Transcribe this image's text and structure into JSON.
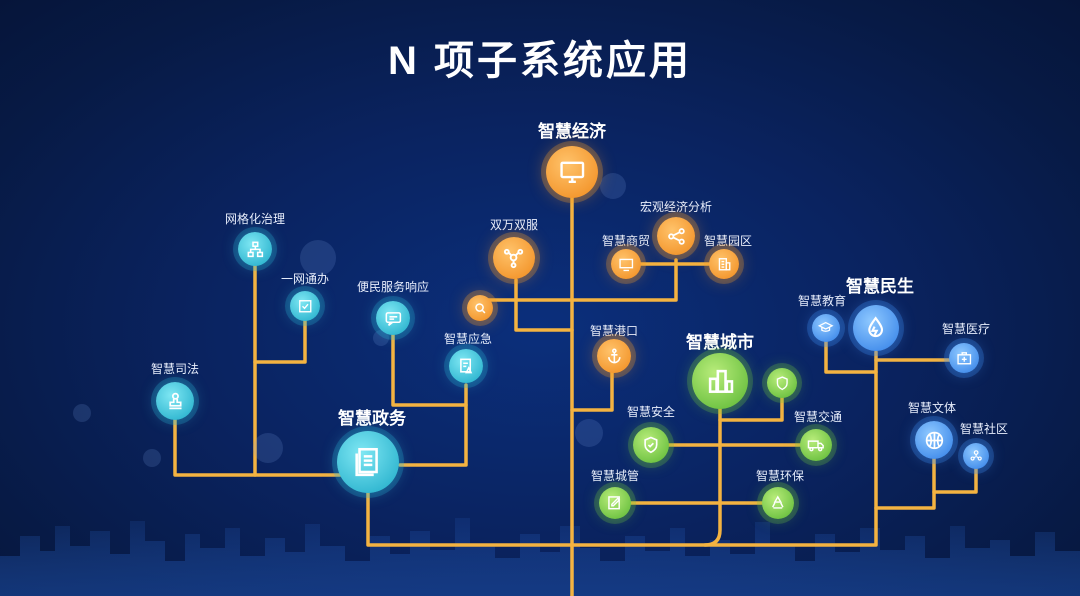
{
  "title": "N 项子系统应用",
  "nodes": {
    "economy": "智慧经济",
    "double": "双万双服",
    "macro": "宏观经济分析",
    "commerce": "智慧商贸",
    "park": "智慧园区",
    "port": "智慧港口",
    "grid": "网格化治理",
    "onenet": "一网通办",
    "service": "便民服务响应",
    "emergency": "智慧应急",
    "justice": "智慧司法",
    "gov": "智慧政务",
    "city": "智慧城市",
    "safety": "智慧安全",
    "traffic": "智慧交通",
    "citymgmt": "智慧城管",
    "env": "智慧环保",
    "people": "智慧民生",
    "education": "智慧教育",
    "medical": "智慧医疗",
    "culture": "智慧文体",
    "community": "智慧社区"
  },
  "colors": {
    "branch": "#f4b341",
    "orange": "#f39a2b",
    "teal": "#2fb7d3",
    "green": "#6cc23d",
    "blue": "#3d8ef0"
  },
  "icons": {
    "economy": "monitor-icon",
    "double": "network-icon",
    "macro": "share-icon",
    "commerce": "screen-icon",
    "park": "building-icon",
    "port": "anchor-icon",
    "search": "search-icon",
    "grid": "hierarchy-icon",
    "onenet": "checklist-icon",
    "service": "chat-icon",
    "emergency": "alert-doc-icon",
    "justice": "stamp-icon",
    "gov": "documents-icon",
    "city": "city-buildings-icon",
    "shield": "shield-icon",
    "safety": "shield-check-icon",
    "traffic": "truck-icon",
    "citymgmt": "edit-doc-icon",
    "env": "recycle-icon",
    "people": "water-drop-icon",
    "education": "graduation-cap-icon",
    "medical": "medical-kit-icon",
    "culture": "basketball-icon",
    "community": "community-icon"
  }
}
